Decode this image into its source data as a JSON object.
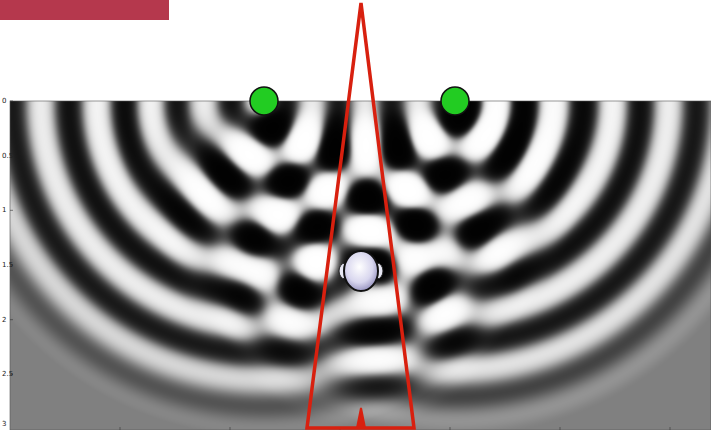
{
  "diagram": {
    "labels": [
      "0",
      "0.5",
      "1",
      "1.5",
      "2",
      "2.5",
      "3"
    ]
  }
}
